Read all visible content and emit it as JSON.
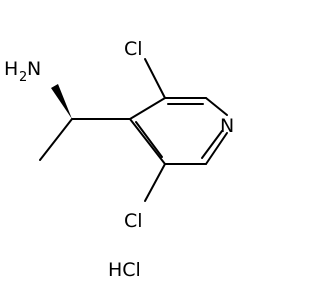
{
  "molecule": {
    "atoms": {
      "amine_h": "H",
      "amine_sub": "2",
      "amine_n": "N",
      "cl_top": "Cl",
      "cl_bottom": "Cl",
      "ring_n": "N"
    },
    "salt": "HCl",
    "bond_color": "#000000",
    "stereo": "wedge bond at chiral carbon"
  }
}
